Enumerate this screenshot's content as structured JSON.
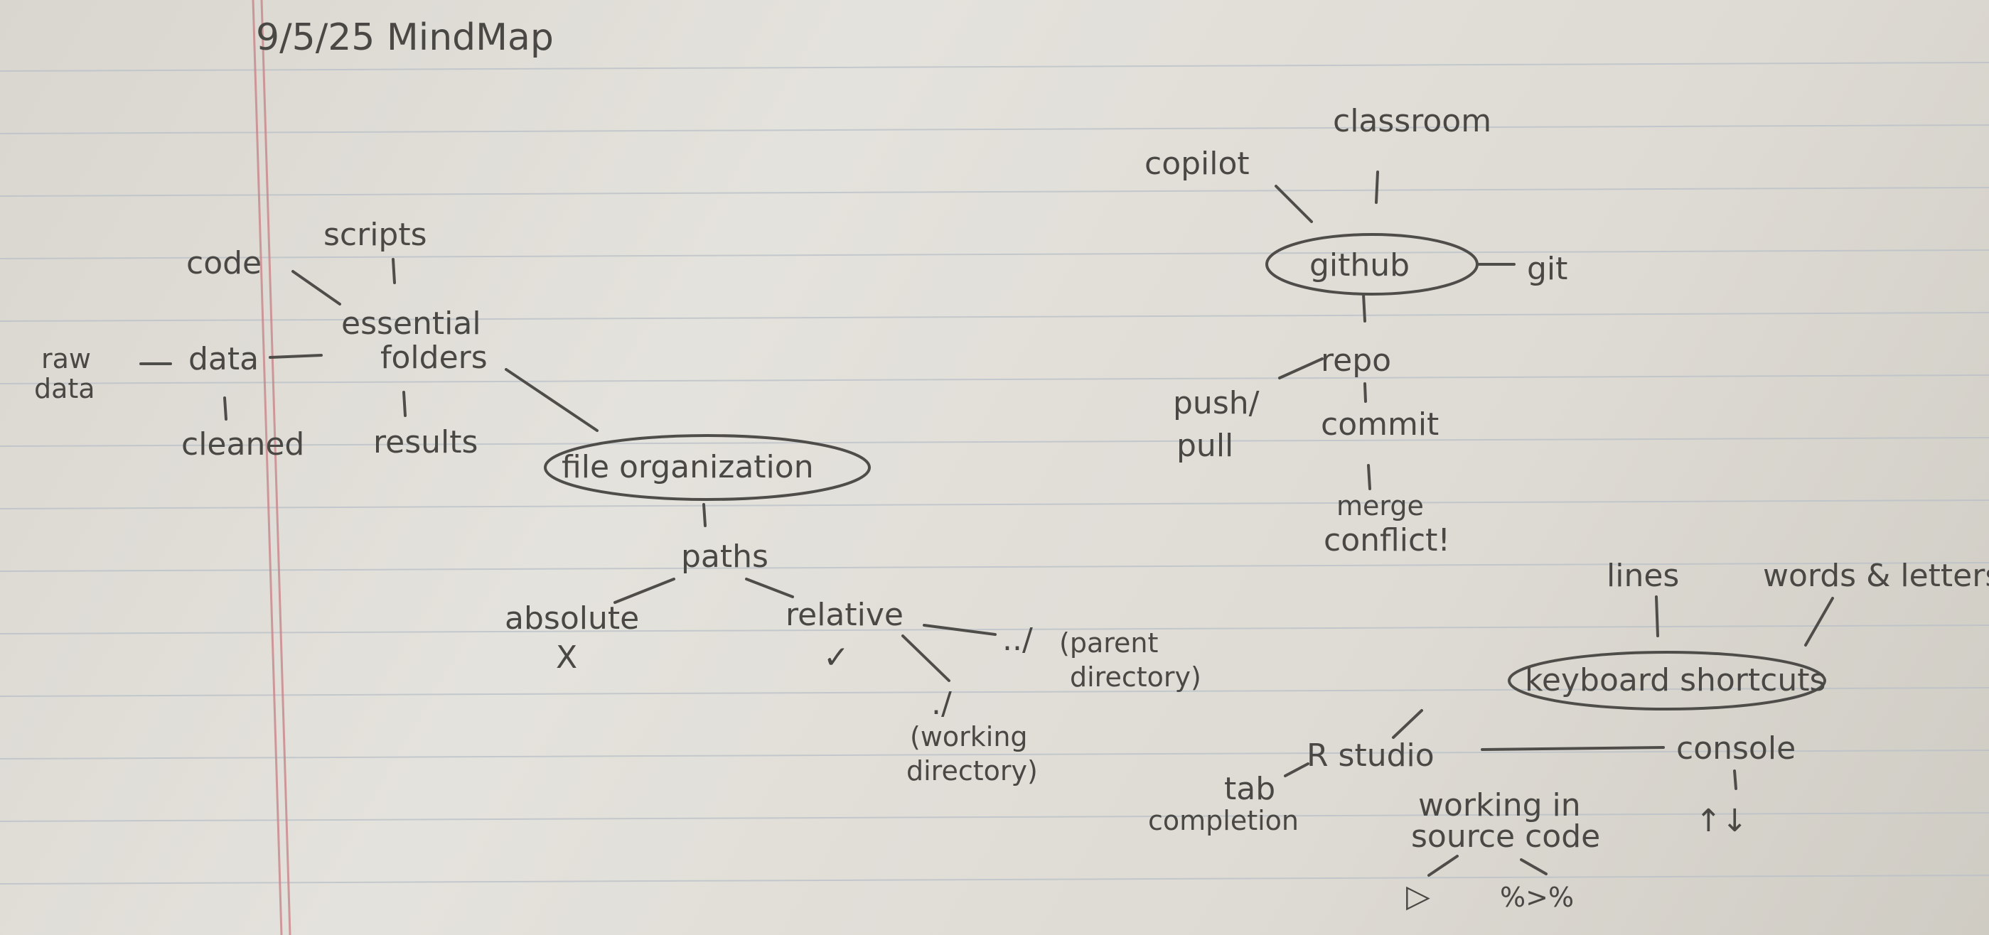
{
  "title": "9/5/25 MindMap",
  "nodes": {
    "file_organization": "file organization",
    "essential_folders_1": "essential",
    "essential_folders_2": "folders",
    "scripts": "scripts",
    "code": "code",
    "data": "data",
    "raw_data_1": "raw",
    "raw_data_2": "data",
    "cleaned": "cleaned",
    "results": "results",
    "paths": "paths",
    "absolute": "absolute",
    "absolute_mark": "X",
    "relative": "relative",
    "relative_mark": "✓",
    "parent_prefix": "../",
    "parent_desc_1": "(parent",
    "parent_desc_2": "directory)",
    "working_prefix": "./",
    "working_desc_1": "(working",
    "working_desc_2": "directory)",
    "github": "github",
    "copilot": "copilot",
    "classroom": "classroom",
    "git": "git",
    "repo": "repo",
    "push_pull_1": "push/",
    "push_pull_2": "pull",
    "commit": "commit",
    "merge_conflict_1": "merge",
    "merge_conflict_2": "conflict!",
    "keyboard_shortcuts": "keyboard shortcuts",
    "lines": "lines",
    "words_letters": "words & letters",
    "rstudio": "R studio",
    "console": "console",
    "console_arrows": "↑↓",
    "tab_completion_1": "tab",
    "tab_completion_2": "completion",
    "working_source_1": "working in",
    "working_source_2": "source code",
    "run_symbol": "▷",
    "pipe_symbol": "%>%"
  },
  "colors": {
    "ink": "#4a4844",
    "margin_line": "#c9868a",
    "rule_line": "#b9c0c8"
  }
}
